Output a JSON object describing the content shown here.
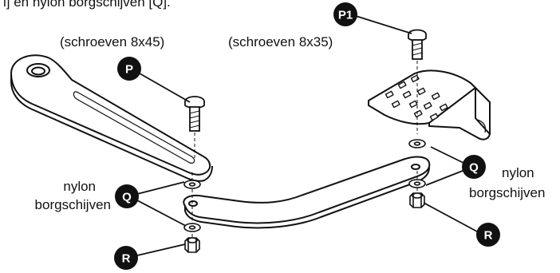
{
  "header_fragment": "l] en nylon borgschijven [Q].",
  "labels": {
    "screws_left": "(schroeven 8x45)",
    "screws_right": "(schroeven 8x35)",
    "washers_left_line1": "nylon",
    "washers_left_line2": "borgschijven",
    "washers_right_line1": "nylon",
    "washers_right_line2": "borgschijven"
  },
  "callouts": {
    "P": "P",
    "P1": "P1",
    "Q_left": "Q",
    "Q_right": "Q",
    "R_left": "R",
    "R_right": "R"
  },
  "colors": {
    "ink": "#111111",
    "badge": "#111111",
    "badge_text": "#ffffff",
    "background": "#ffffff"
  }
}
